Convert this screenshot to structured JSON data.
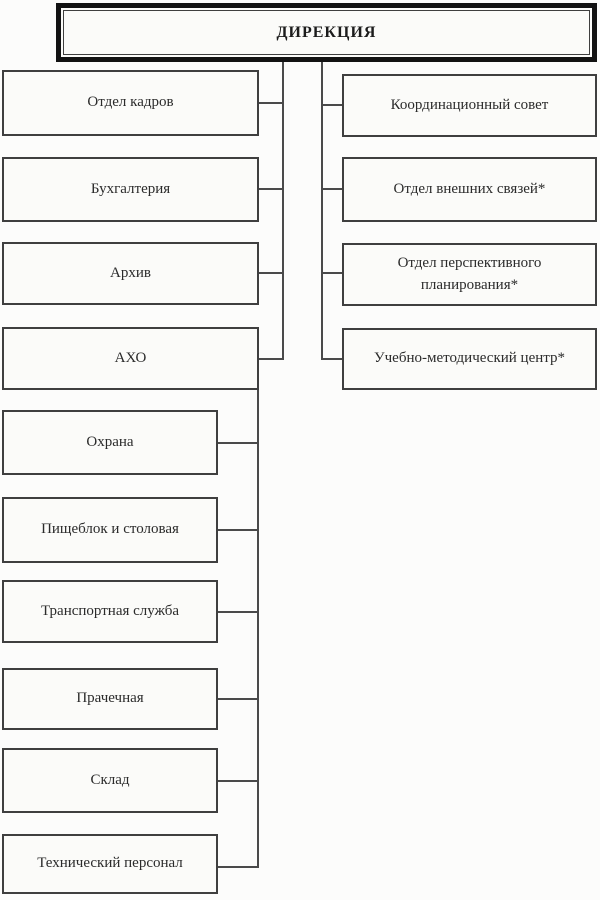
{
  "diagram": {
    "root": {
      "label": "ДИРЕКЦИЯ"
    },
    "left_column": {
      "items": [
        {
          "label": "Отдел кадров"
        },
        {
          "label": "Бухгалтерия"
        },
        {
          "label": "Архив"
        },
        {
          "label": "АХО"
        }
      ]
    },
    "sub_column": {
      "items": [
        {
          "label": "Охрана"
        },
        {
          "label": "Пищеблок и столовая"
        },
        {
          "label": "Транспортная служба"
        },
        {
          "label": "Прачечная"
        },
        {
          "label": "Склад"
        },
        {
          "label": "Технический персонал"
        }
      ]
    },
    "right_column": {
      "items": [
        {
          "label": "Координационный совет"
        },
        {
          "label": "Отдел внешних связей*"
        },
        {
          "label": "Отдел перспективного планирования*"
        },
        {
          "label": "Учебно-методический центр*"
        }
      ]
    },
    "colors": {
      "background": "#fcfcfb",
      "box_fill": "#fbfbf9",
      "border": "#3f3f3f",
      "root_border": "#121212",
      "line": "#4a4a4a",
      "text": "#2b2b2b"
    }
  }
}
